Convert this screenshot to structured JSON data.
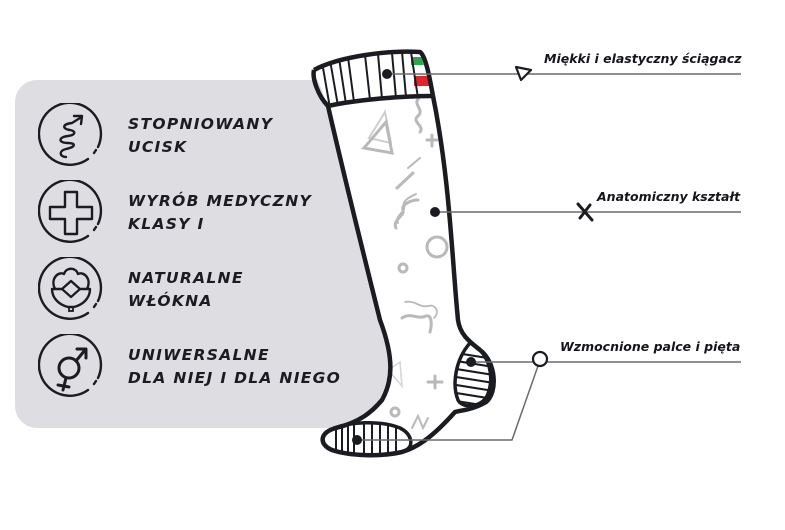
{
  "features": [
    {
      "icon": "spring-arrow-icon",
      "line1": "STOPNIOWANY",
      "line2": "UCISK"
    },
    {
      "icon": "medical-cross-icon",
      "line1": "WYRÓB MEDYCZNY",
      "line2": "KLASY I"
    },
    {
      "icon": "cotton-flower-icon",
      "line1": "NATURALNE",
      "line2": "WŁÓKNA"
    },
    {
      "icon": "gender-unisex-icon",
      "line1": "UNIWERSALNE",
      "line2": "DLA NIEJ I DLA NIEGO"
    }
  ],
  "callouts": [
    {
      "label": "Miękki i elastyczny ściągacz",
      "marker": "triangle-marker-icon"
    },
    {
      "label": "Anatomiczny kształt",
      "marker": "x-marker-icon"
    },
    {
      "label": "Wzmocnione palce i pięta",
      "marker": "circle-marker-icon"
    }
  ],
  "colors": {
    "panel": "#dedde2",
    "ink": "#1b1c22",
    "pattern": "#b9b9bc",
    "flag_green": "#2fa84a",
    "flag_red": "#e0262b",
    "line": "#6b6b6e"
  }
}
